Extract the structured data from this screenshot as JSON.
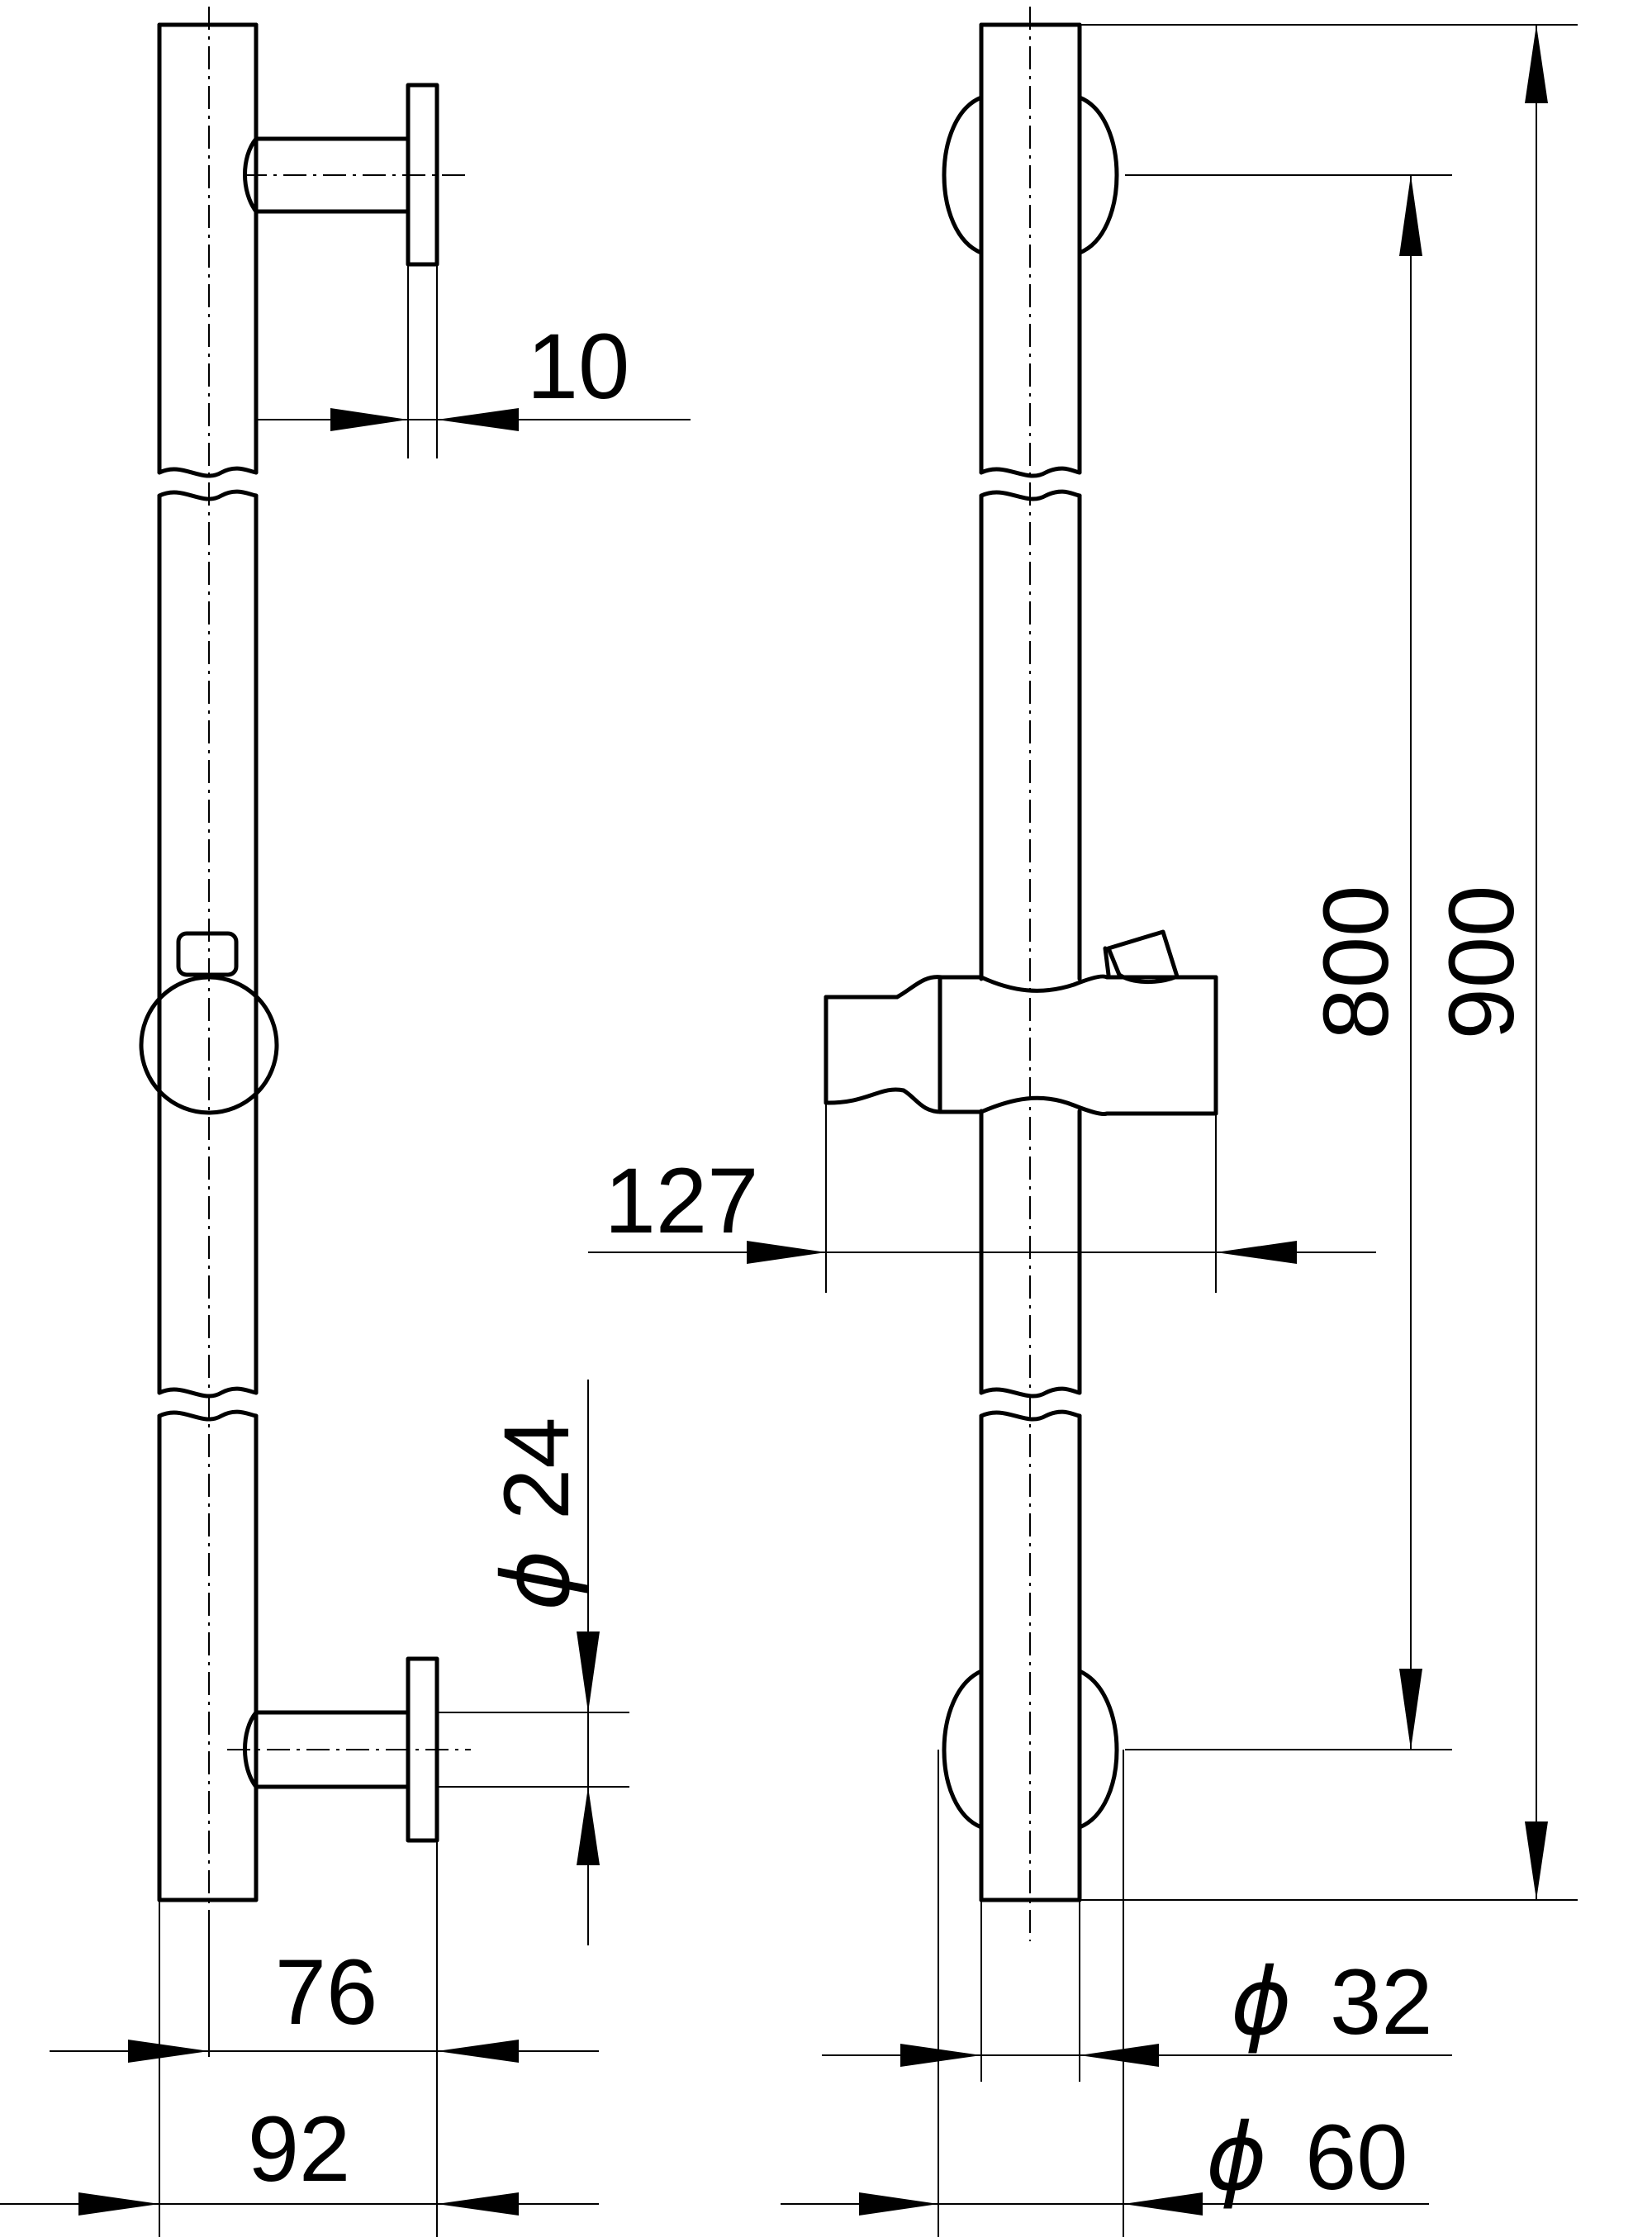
{
  "drawing": {
    "dims": {
      "d10": "10",
      "d127": "127",
      "d800": "800",
      "d900": "900",
      "d24": "24",
      "d76": "76",
      "d92": "92",
      "d32": "32",
      "d60": "60",
      "phi": "ϕ"
    },
    "icons": {
      "diameter": "diameter-symbol-icon"
    },
    "colors": {
      "ink": "#000000",
      "paper": "#ffffff"
    }
  }
}
